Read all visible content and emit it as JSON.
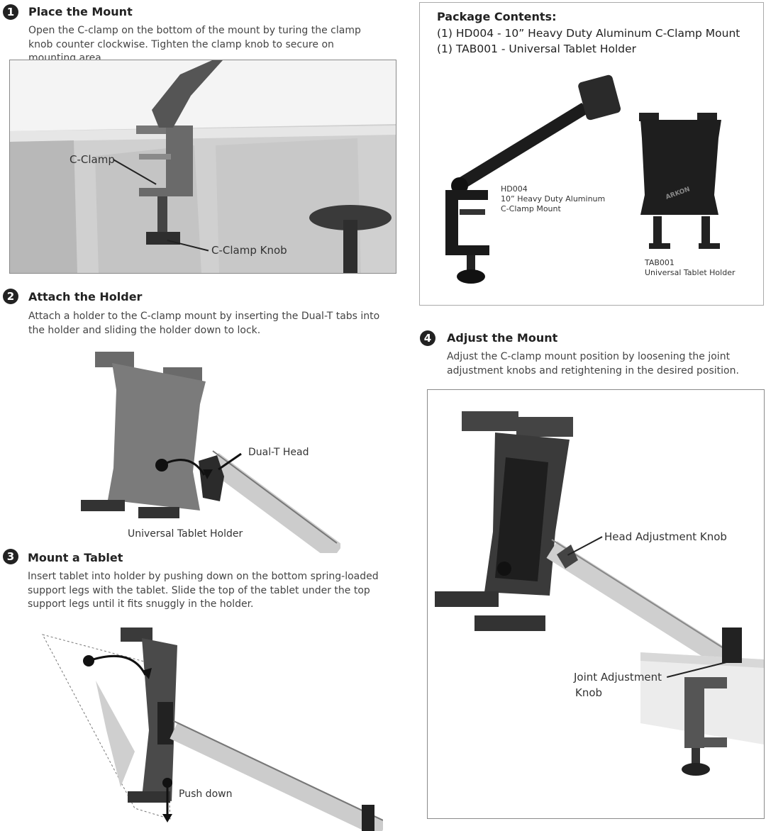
{
  "steps": [
    {
      "number": "1",
      "title": "Place the Mount",
      "text": "Open the C-clamp on the bottom of the mount by turing the clamp knob counter clockwise. Tighten the clamp knob to secure on mounting area."
    },
    {
      "number": "2",
      "title": "Attach the Holder",
      "text": "Attach a holder to the C-clamp mount by inserting the Dual-T tabs into the holder and sliding the holder down to lock."
    },
    {
      "number": "3",
      "title": "Mount a Tablet",
      "text": "Insert tablet into holder by pushing down on the bottom spring-loaded support legs with the tablet. Slide the top of the tablet under the top support legs until it fits snuggly in the holder."
    },
    {
      "number": "4",
      "title": "Adjust the Mount",
      "text": "Adjust the C-clamp mount position by loosening the joint adjustment knobs and retightening in the desired position."
    }
  ],
  "callouts": {
    "c_clamp": "C-Clamp",
    "c_clamp_knob": "C-Clamp Knob",
    "dual_t_head": "Dual-T Head",
    "universal_tablet_holder": "Universal Tablet Holder",
    "push_down": "Push down",
    "head_adjustment_knob": "Head Adjustment Knob",
    "joint_adjustment_knob_1": "Joint Adjustment",
    "joint_adjustment_knob_2": "Knob"
  },
  "package": {
    "heading": "Package Contents:",
    "items": [
      "(1) HD004 - 10” Heavy Duty Aluminum C-Clamp Mount",
      "(1) TAB001 - Universal Tablet Holder"
    ],
    "hd004_label": [
      "HD004",
      "10” Heavy Duty Aluminum",
      "C-Clamp Mount"
    ],
    "tab001_label": [
      "TAB001",
      "Universal Tablet Holder"
    ],
    "brand_logo": "ARKON"
  }
}
